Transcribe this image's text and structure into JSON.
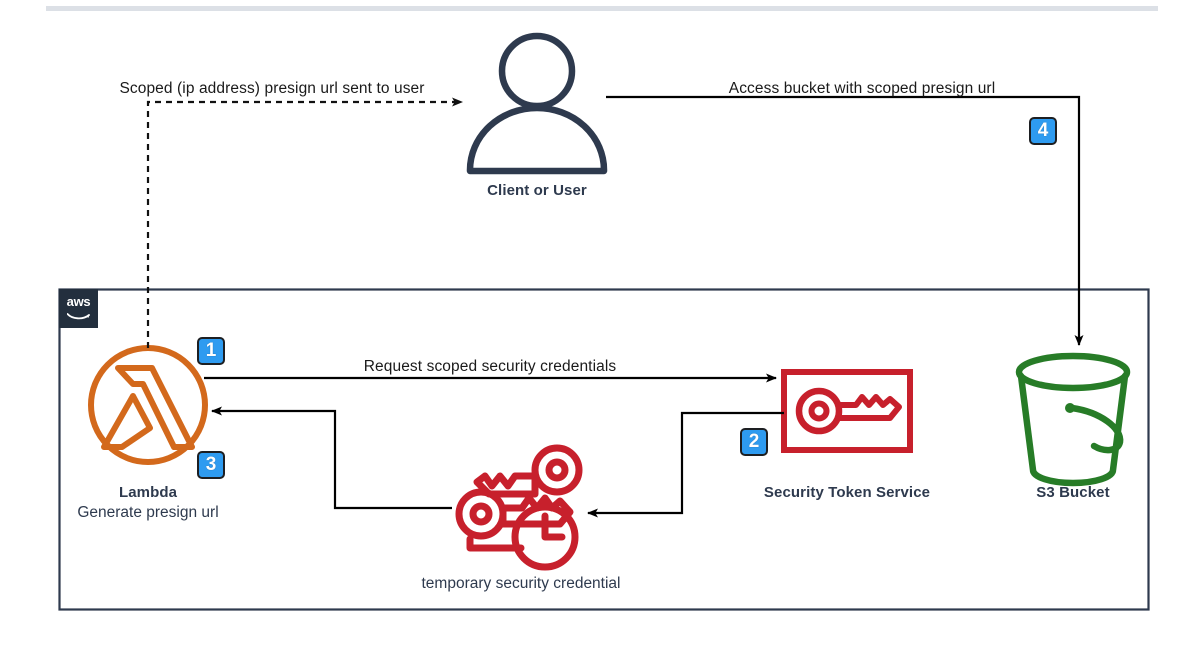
{
  "page": {
    "title": "AWS presigned URL scoped credentials flow",
    "background": "#ffffff",
    "header_rule_color": "#DCE0E6"
  },
  "boundary": {
    "label": "aws",
    "logo_name": "aws-logo",
    "border_color": "#2E3A4E",
    "badge_color": "#232F3E"
  },
  "nodes": [
    {
      "id": "client",
      "title": "Client or User",
      "subtitle": "",
      "icon": "user-icon",
      "color": "#2E3A4E"
    },
    {
      "id": "lambda",
      "title": "Lambda",
      "subtitle": "Generate presign url",
      "icon": "lambda-icon",
      "color": "#D3691C"
    },
    {
      "id": "sts",
      "title": "Security Token Service",
      "subtitle": "",
      "icon": "key-in-box-icon",
      "color": "#C7202C"
    },
    {
      "id": "credential",
      "title": "",
      "subtitle": "temporary security credential",
      "icon": "temporary-credential-icon",
      "color": "#C7202C"
    },
    {
      "id": "s3",
      "title": "S3 Bucket",
      "subtitle": "",
      "icon": "bucket-icon",
      "color": "#277C27"
    }
  ],
  "edges": [
    {
      "id": "lambda-to-client",
      "label": "Scoped (ip address) presign url sent to user",
      "style": "dashed",
      "from": "lambda",
      "to": "client"
    },
    {
      "id": "client-to-s3",
      "label": "Access bucket with scoped presign url",
      "style": "solid",
      "from": "client",
      "to": "s3"
    },
    {
      "id": "lambda-to-sts",
      "label": "Request scoped security credentials",
      "style": "solid",
      "from": "lambda",
      "to": "sts"
    },
    {
      "id": "sts-to-credential",
      "label": "",
      "style": "solid",
      "from": "sts",
      "to": "credential"
    },
    {
      "id": "credential-to-lambda",
      "label": "",
      "style": "solid",
      "from": "credential",
      "to": "lambda"
    }
  ],
  "step_badges": [
    {
      "id": "step-1",
      "number": "1",
      "attached_to": "lambda"
    },
    {
      "id": "step-2",
      "number": "2",
      "attached_to": "sts"
    },
    {
      "id": "step-3",
      "number": "3",
      "attached_to": "lambda"
    },
    {
      "id": "step-4",
      "number": "4",
      "attached_to": "client-to-s3"
    }
  ],
  "colors": {
    "lambda_orange": "#D3691C",
    "sts_red": "#C7202C",
    "s3_green": "#277C27",
    "navy": "#2E3A4E",
    "badge_blue": "#2E9BF0",
    "line_black": "#000000"
  }
}
